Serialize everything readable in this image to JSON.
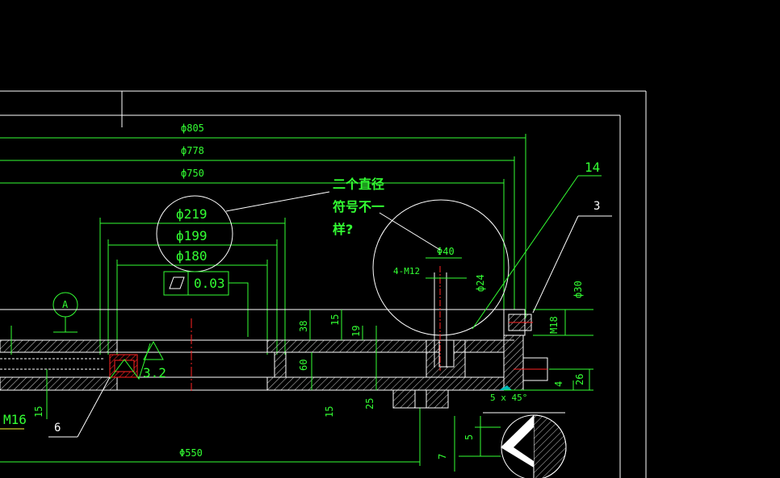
{
  "drawing": {
    "dims": {
      "d805": "ф805",
      "d778": "ф778",
      "d750": "ф750",
      "d219": "ф219",
      "d199": "ф199",
      "d180": "ф180",
      "d550": "Φ550",
      "d40": "Φ40",
      "d24": "ф24",
      "d30": "ф30",
      "m12": "4-M12",
      "m18": "M18",
      "m16": "M16",
      "v38": "38",
      "v15a": "15",
      "v19": "19",
      "v60": "60",
      "v15b": "15",
      "v25": "25",
      "v15c": "15",
      "v4": "4",
      "v26": "26",
      "v5": "5",
      "v7": "7",
      "chamfer": "5 x 45°",
      "flatness": "0.03",
      "roughness": "3.2",
      "datum": "A"
    },
    "callouts": {
      "c14": "14",
      "c3": "3",
      "c6": "6"
    },
    "note": {
      "line1": "二个直径",
      "line2": "符号不一",
      "line3": "样?"
    }
  }
}
